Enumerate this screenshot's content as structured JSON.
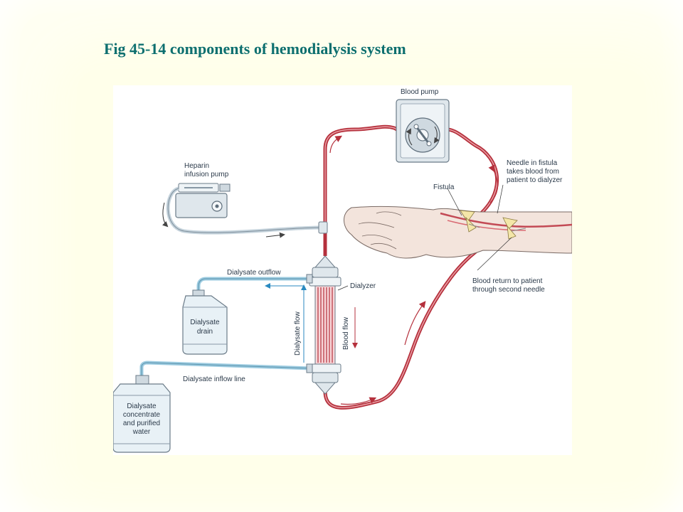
{
  "slide": {
    "title": "Fig 45-14 components of hemodialysis system"
  },
  "labels": {
    "blood_pump": "Blood pump",
    "heparin_line1": "Heparin",
    "heparin_line2": "infusion pump",
    "needle_line1": "Needle in fistula",
    "needle_line2": "takes blood from",
    "needle_line3": "patient to dialyzer",
    "fistula": "Fistula",
    "dialysate_outflow": "Dialysate outflow",
    "dialyzer": "Dialyzer",
    "dialysate_drain_line1": "Dialysate",
    "dialysate_drain_line2": "drain",
    "dialysate_flow": "Dialysate flow",
    "blood_flow": "Blood flow",
    "return_line1": "Blood return to patient",
    "return_line2": "through second needle",
    "dialysate_inflow": "Dialysate inflow line",
    "concentrate_line1": "Dialysate",
    "concentrate_line2": "concentrate",
    "concentrate_line3": "and purified",
    "concentrate_line4": "water"
  },
  "colors": {
    "title": "#0d6f6f",
    "blood_line": "#b5303c",
    "dialysate_line": "#9ccbe0",
    "flow_arrow": "#2a8ac0",
    "skin": "#f3e4dc",
    "device": "#dfe7ec"
  }
}
